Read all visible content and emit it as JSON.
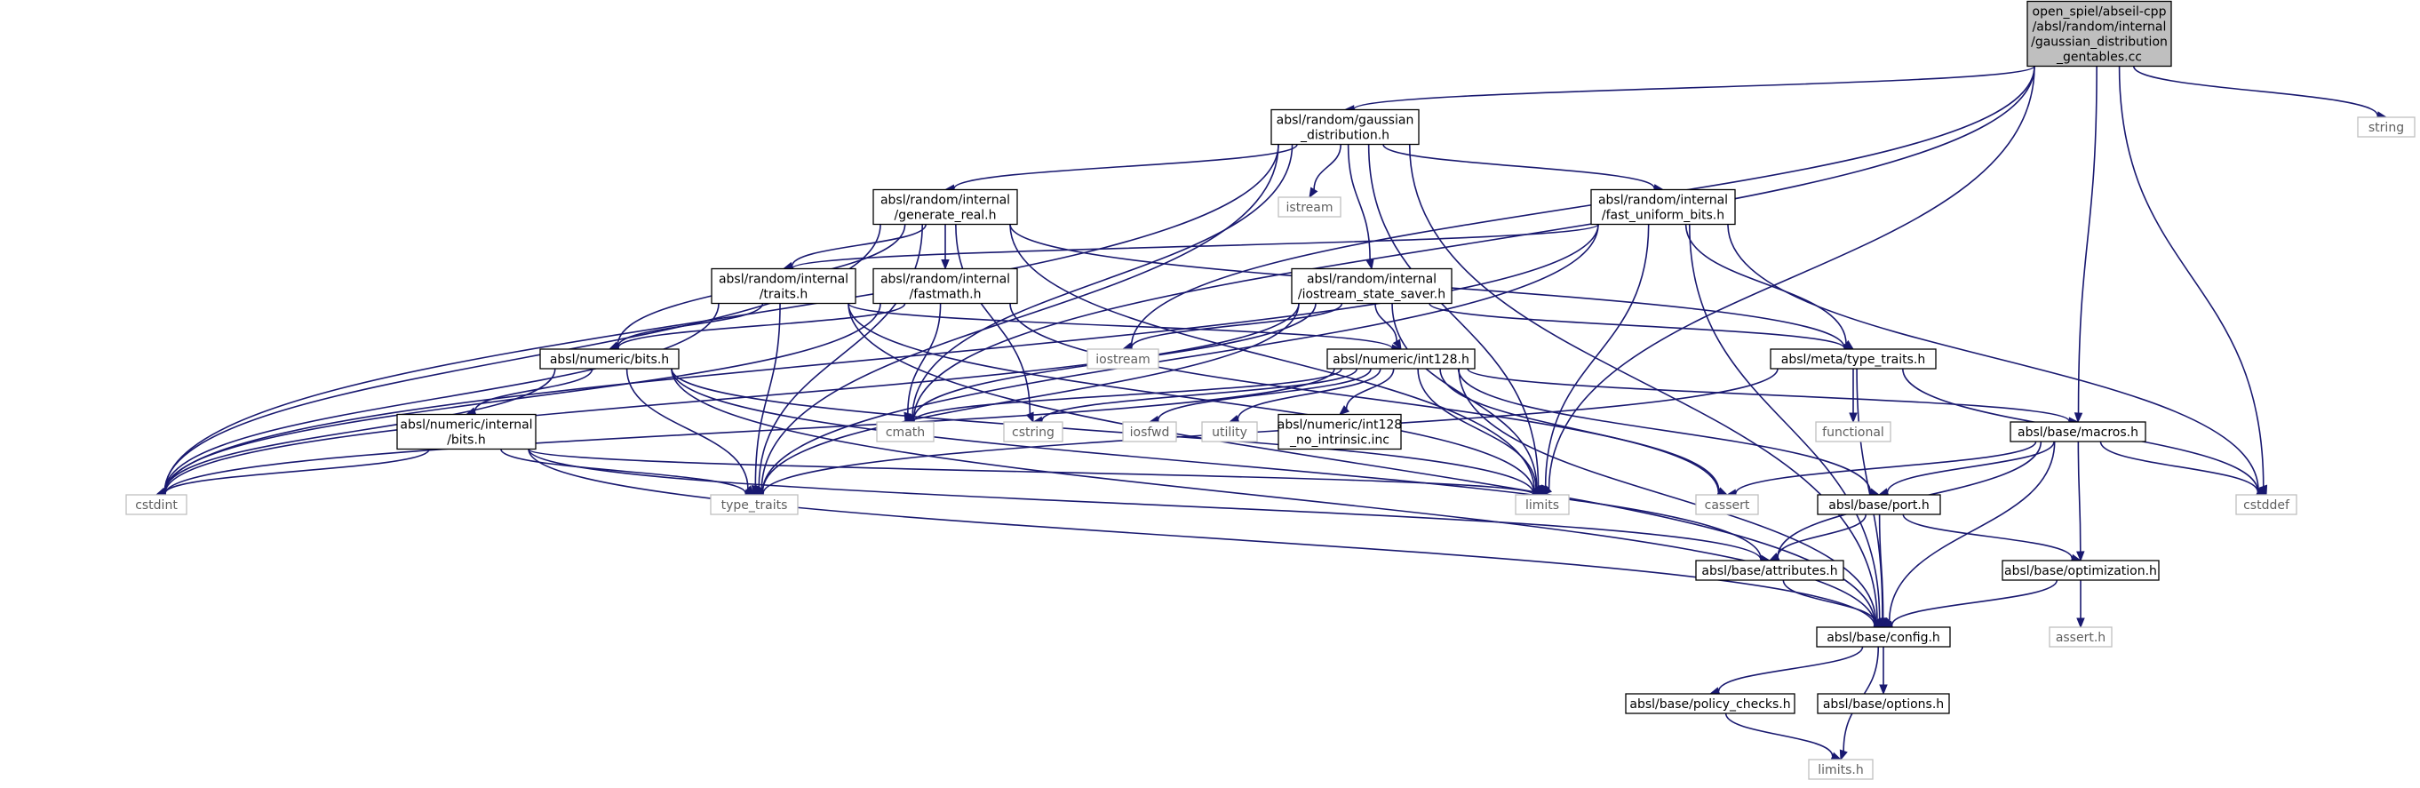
{
  "colors": {
    "edge": "#191970",
    "root_fill": "#bfbfbf",
    "root_stroke": "#000000",
    "internal_stroke": "#000000",
    "external_stroke": "#bfbfbf",
    "external_text": "#5f5f5f"
  },
  "nodes": {
    "root": {
      "lines": [
        "open_spiel/abseil-cpp",
        "/absl/random/internal",
        "/gaussian_distribution",
        "_gentables.cc"
      ]
    },
    "gaussian_distribution_h": {
      "lines": [
        "absl/random/gaussian",
        "_distribution.h"
      ]
    },
    "string": {
      "lines": [
        "string"
      ]
    },
    "generate_real_h": {
      "lines": [
        "absl/random/internal",
        "/generate_real.h"
      ]
    },
    "istream": {
      "lines": [
        "istream"
      ]
    },
    "fast_uniform_bits_h": {
      "lines": [
        "absl/random/internal",
        "/fast_uniform_bits.h"
      ]
    },
    "traits_h": {
      "lines": [
        "absl/random/internal",
        "/traits.h"
      ]
    },
    "fastmath_h": {
      "lines": [
        "absl/random/internal",
        "/fastmath.h"
      ]
    },
    "iostream_state_saver_h": {
      "lines": [
        "absl/random/internal",
        "/iostream_state_saver.h"
      ]
    },
    "iostream": {
      "lines": [
        "iostream"
      ]
    },
    "numeric_bits_h": {
      "lines": [
        "absl/numeric/bits.h"
      ]
    },
    "int128_h": {
      "lines": [
        "absl/numeric/int128.h"
      ]
    },
    "type_traits_meta_h": {
      "lines": [
        "absl/meta/type_traits.h"
      ]
    },
    "cmath": {
      "lines": [
        "cmath"
      ]
    },
    "cstring": {
      "lines": [
        "cstring"
      ]
    },
    "iosfwd": {
      "lines": [
        "iosfwd"
      ]
    },
    "utility": {
      "lines": [
        "utility"
      ]
    },
    "int128_no_intrinsic": {
      "lines": [
        "absl/numeric/int128",
        "_no_intrinsic.inc"
      ]
    },
    "functional": {
      "lines": [
        "functional"
      ]
    },
    "macros_h": {
      "lines": [
        "absl/base/macros.h"
      ]
    },
    "numeric_internal_bits_h": {
      "lines": [
        "absl/numeric/internal",
        "/bits.h"
      ]
    },
    "cstdint": {
      "lines": [
        "cstdint"
      ]
    },
    "type_traits": {
      "lines": [
        "type_traits"
      ]
    },
    "limits": {
      "lines": [
        "limits"
      ]
    },
    "cassert": {
      "lines": [
        "cassert"
      ]
    },
    "port_h": {
      "lines": [
        "absl/base/port.h"
      ]
    },
    "cstddef": {
      "lines": [
        "cstddef"
      ]
    },
    "attributes_h": {
      "lines": [
        "absl/base/attributes.h"
      ]
    },
    "optimization_h": {
      "lines": [
        "absl/base/optimization.h"
      ]
    },
    "assert_h": {
      "lines": [
        "assert.h"
      ]
    },
    "config_h": {
      "lines": [
        "absl/base/config.h"
      ]
    },
    "policy_checks_h": {
      "lines": [
        "absl/base/policy_checks.h"
      ]
    },
    "options_h": {
      "lines": [
        "absl/base/options.h"
      ]
    },
    "limits_h": {
      "lines": [
        "limits.h"
      ]
    }
  }
}
